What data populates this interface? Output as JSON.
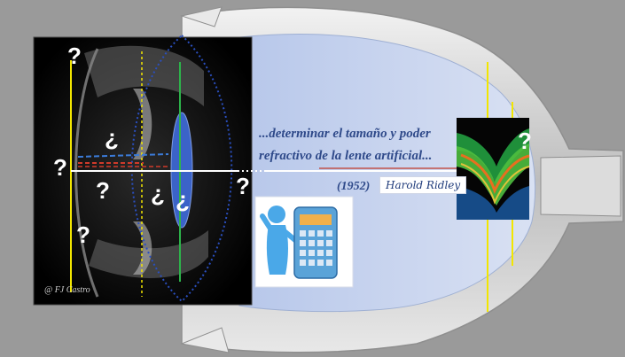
{
  "caption": {
    "line1": "...determinar el tamaño y poder",
    "line2": "refractivo de la lente artificial..."
  },
  "attribution": {
    "year": "(1952)",
    "signature": "Harold Ridley"
  },
  "credit": "@ FJ Castro",
  "marks": {
    "question": "?",
    "inverted_question": "¿"
  },
  "colors": {
    "background": "#9a9a9a",
    "eye_fill": "#c9d5ee",
    "caption_text": "#2f4a8a",
    "lens": "#3b63c8",
    "yellow_line": "#f2e600",
    "green_line": "#2db34a",
    "axis": "#ffffff"
  },
  "icons": [
    "eye-outline-diagram",
    "calculator-figure-icon",
    "retina-oct-scan"
  ]
}
